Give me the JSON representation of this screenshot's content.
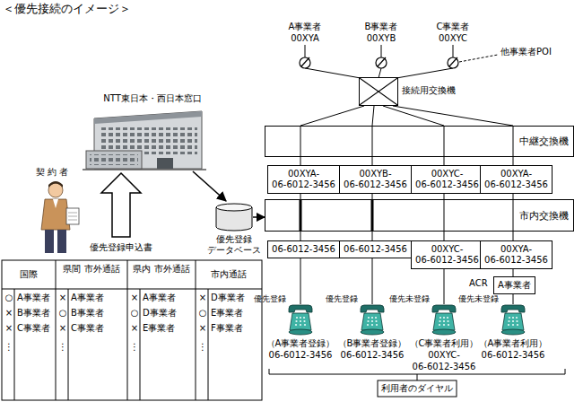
{
  "diagram": {
    "nodes": [
      {
        "text": [
          "接続用交換機"
        ]
      },
      {
        "text": [
          "中継交換機"
        ]
      },
      {
        "text": [
          "00XYA- 06-6012-3456"
        ]
      },
      {
        "text": [
          "00XYB- 06-6012-3456"
        ]
      },
      {
        "text": [
          "00XYC- 06-6012-3456"
        ]
      },
      {
        "text": [
          "00XYA- 06-6012-3456"
        ]
      },
      {
        "text": [
          "市内交換機"
        ]
      },
      {
        "text": [
          "優先登録 データベース"
        ]
      },
      {
        "text": [
          "06-6012-3456"
        ]
      },
      {
        "text": [
          "06-6012-3456"
        ]
      },
      {
        "text": [
          "00XYC- 06-6012-3456"
        ]
      },
      {
        "text": [
          "00XYA- 06-6012-3456"
        ]
      },
      {
        "text": [
          "A事業者"
        ]
      }
    ],
    "edges": [
      {
        "from": 7,
        "to": 6,
        "arrow": "to"
      },
      {
        "from": 0,
        "to": 1,
        "arrow": "none"
      },
      {
        "from": 0,
        "to": 1,
        "arrow": "none"
      },
      {
        "from": 0,
        "to": 1,
        "arrow": "none"
      },
      {
        "from": 0,
        "to": 1,
        "arrow": "none"
      },
      {
        "from": 1,
        "to": 2,
        "arrow": "none"
      },
      {
        "from": 1,
        "to": 3,
        "arrow": "none"
      },
      {
        "from": 1,
        "to": 4,
        "arrow": "none"
      },
      {
        "from": 1,
        "to": 5,
        "arrow": "none"
      },
      {
        "from": 2,
        "to": 6,
        "arrow": "none"
      },
      {
        "from": 3,
        "to": 6,
        "arrow": "none"
      },
      {
        "from": 4,
        "to": 6,
        "arrow": "none"
      },
      {
        "from": 5,
        "to": 6,
        "arrow": "none"
      },
      {
        "from": 6,
        "to": 8,
        "arrow": "none"
      },
      {
        "from": 6,
        "to": 9,
        "arrow": "none"
      },
      {
        "from": 6,
        "to": 10,
        "arrow": "none"
      },
      {
        "from": 6,
        "to": 11,
        "arrow": "none"
      },
      {
        "from": 12,
        "to": 11,
        "arrow": "none"
      }
    ],
    "labels": [
      "＜優先接続のイメージ＞",
      "A事業者",
      "00XYA",
      "B事業者",
      "00XYB",
      "C事業者",
      "00XYC",
      "他事業者POI",
      "NTT東日本・西日本窓口",
      "契約者",
      "優先登録申込書",
      "ACR",
      "優先登録",
      "優先登録",
      "優先未登録",
      "優先未登録",
      "（A事業者登録）",
      "06-6012-3456",
      "（B事業者登録）",
      "06-6012-3456",
      "（C事業者利用）",
      "00XYC-",
      "06-6012-3456",
      "（A事業者利用）",
      "06-6012-3456",
      "利用者のダイヤル",
      "国際",
      "県間 市外通話",
      "県内 市外通話",
      "市内通話",
      "○",
      "A事業者",
      "×",
      "B事業者",
      "×",
      "C事業者",
      "⋮",
      "×",
      "A事業者",
      "○",
      "B事業者",
      "×",
      "C事業者",
      "⋮",
      "×",
      "A事業者",
      "○",
      "D事業者",
      "×",
      "E事業者",
      "⋮",
      "×",
      "D事業者",
      "○",
      "E事業者",
      "×",
      "F事業者",
      "⋮"
    ]
  }
}
